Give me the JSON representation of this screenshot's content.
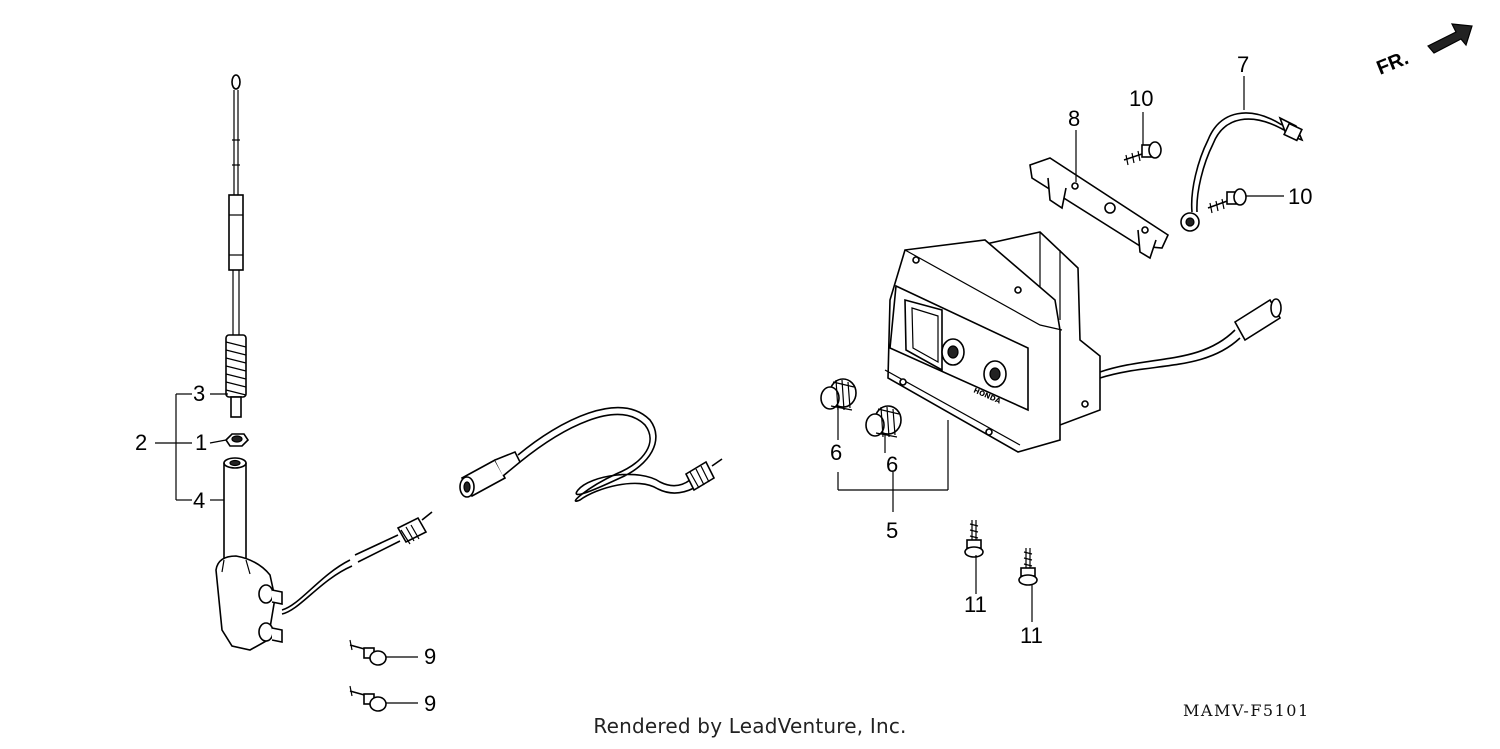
{
  "diagram": {
    "direction_label": "FR.",
    "code": "MAMV-F5101",
    "credit": "Rendered by LeadVenture, Inc.",
    "brand_mark": "HONDA",
    "callouts": {
      "c1": "1",
      "c2": "2",
      "c3": "3",
      "c4": "4",
      "c5": "5",
      "c6a": "6",
      "c6b": "6",
      "c7": "7",
      "c8": "8",
      "c9a": "9",
      "c9b": "9",
      "c10a": "10",
      "c10b": "10",
      "c11a": "11",
      "c11b": "11"
    }
  }
}
